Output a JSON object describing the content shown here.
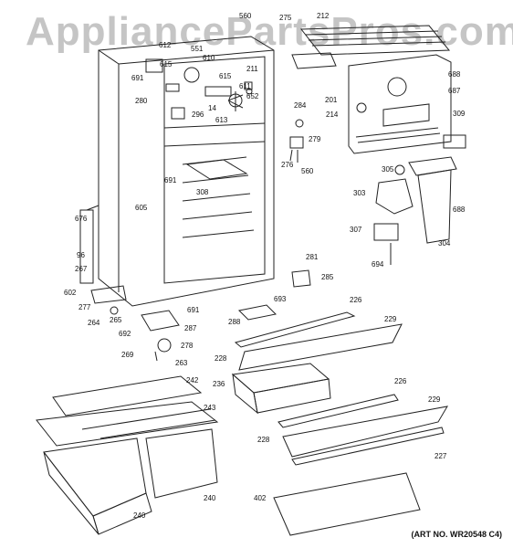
{
  "watermark": "AppliancePartsPros.com",
  "art_number": "(ART NO. WR20548 C4)",
  "colors": {
    "line": "#222222",
    "watermark": "#9a9a9a"
  },
  "part_labels": [
    "560",
    "275",
    "212",
    "612",
    "551",
    "615",
    "610",
    "691",
    "615",
    "211",
    "611",
    "652",
    "280",
    "14",
    "296",
    "613",
    "284",
    "279",
    "276",
    "560",
    "688",
    "201",
    "687",
    "214",
    "309",
    "305",
    "691",
    "308",
    "303",
    "688",
    "605",
    "307",
    "304",
    "676",
    "96",
    "267",
    "281",
    "285",
    "694",
    "693",
    "602",
    "277",
    "691",
    "265",
    "264",
    "287",
    "288",
    "226",
    "229",
    "692",
    "278",
    "269",
    "263",
    "228",
    "242",
    "236",
    "243",
    "226",
    "229",
    "228",
    "227",
    "240",
    "240",
    "402"
  ]
}
